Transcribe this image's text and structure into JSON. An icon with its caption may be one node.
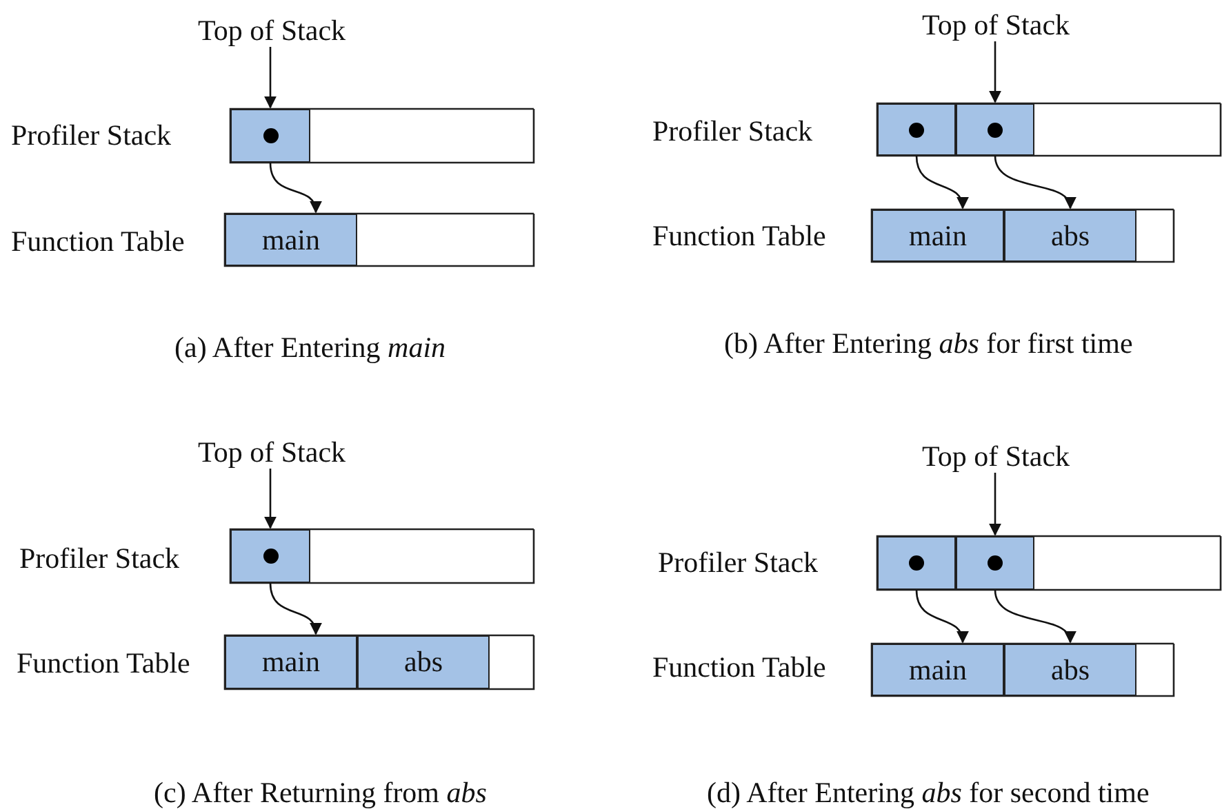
{
  "diagram": {
    "nodes": [
      {
        "text": [
          "Top of Stack"
        ]
      },
      {
        "text": [],
        "shape": "box"
      },
      {
        "text": [
          "main"
        ]
      },
      {
        "text": [
          "Top of Stack"
        ]
      },
      {
        "text": [],
        "shape": "box"
      },
      {
        "text": [],
        "shape": "box"
      },
      {
        "text": [
          "main"
        ]
      },
      {
        "text": [
          "abs"
        ]
      },
      {
        "text": [
          "Top of Stack"
        ]
      },
      {
        "text": [],
        "shape": "box"
      },
      {
        "text": [
          "main"
        ]
      },
      {
        "text": [
          "abs"
        ]
      },
      {
        "text": [
          "Top of Stack"
        ]
      },
      {
        "text": [],
        "shape": "box"
      },
      {
        "text": [],
        "shape": "box"
      },
      {
        "text": [
          "main"
        ]
      },
      {
        "text": [
          "abs"
        ]
      }
    ],
    "edges": [
      {
        "from": 0,
        "to": 1,
        "arrow": "to"
      },
      {
        "from": 1,
        "to": 2,
        "arrow": "to"
      },
      {
        "from": 3,
        "to": 5,
        "arrow": "to"
      },
      {
        "from": 4,
        "to": 6,
        "arrow": "to"
      },
      {
        "from": 5,
        "to": 7,
        "arrow": "to"
      },
      {
        "from": 8,
        "to": 9,
        "arrow": "to"
      },
      {
        "from": 9,
        "to": 10,
        "arrow": "to"
      },
      {
        "from": 12,
        "to": 14,
        "arrow": "to"
      },
      {
        "from": 13,
        "to": 15,
        "arrow": "to"
      },
      {
        "from": 14,
        "to": 16,
        "arrow": "to"
      }
    ],
    "labels": [
      "Profiler Stack",
      "Profiler Stack",
      "Function Table",
      "Function Table",
      "(a) After Entering *main*",
      "(b) After Entering *abs* for first time",
      "Profiler Stack",
      "Profiler Stack",
      "Function Table",
      "Function Table",
      "(c) After Returning from *abs*",
      "(d) After Entering *abs* for second time"
    ]
  }
}
